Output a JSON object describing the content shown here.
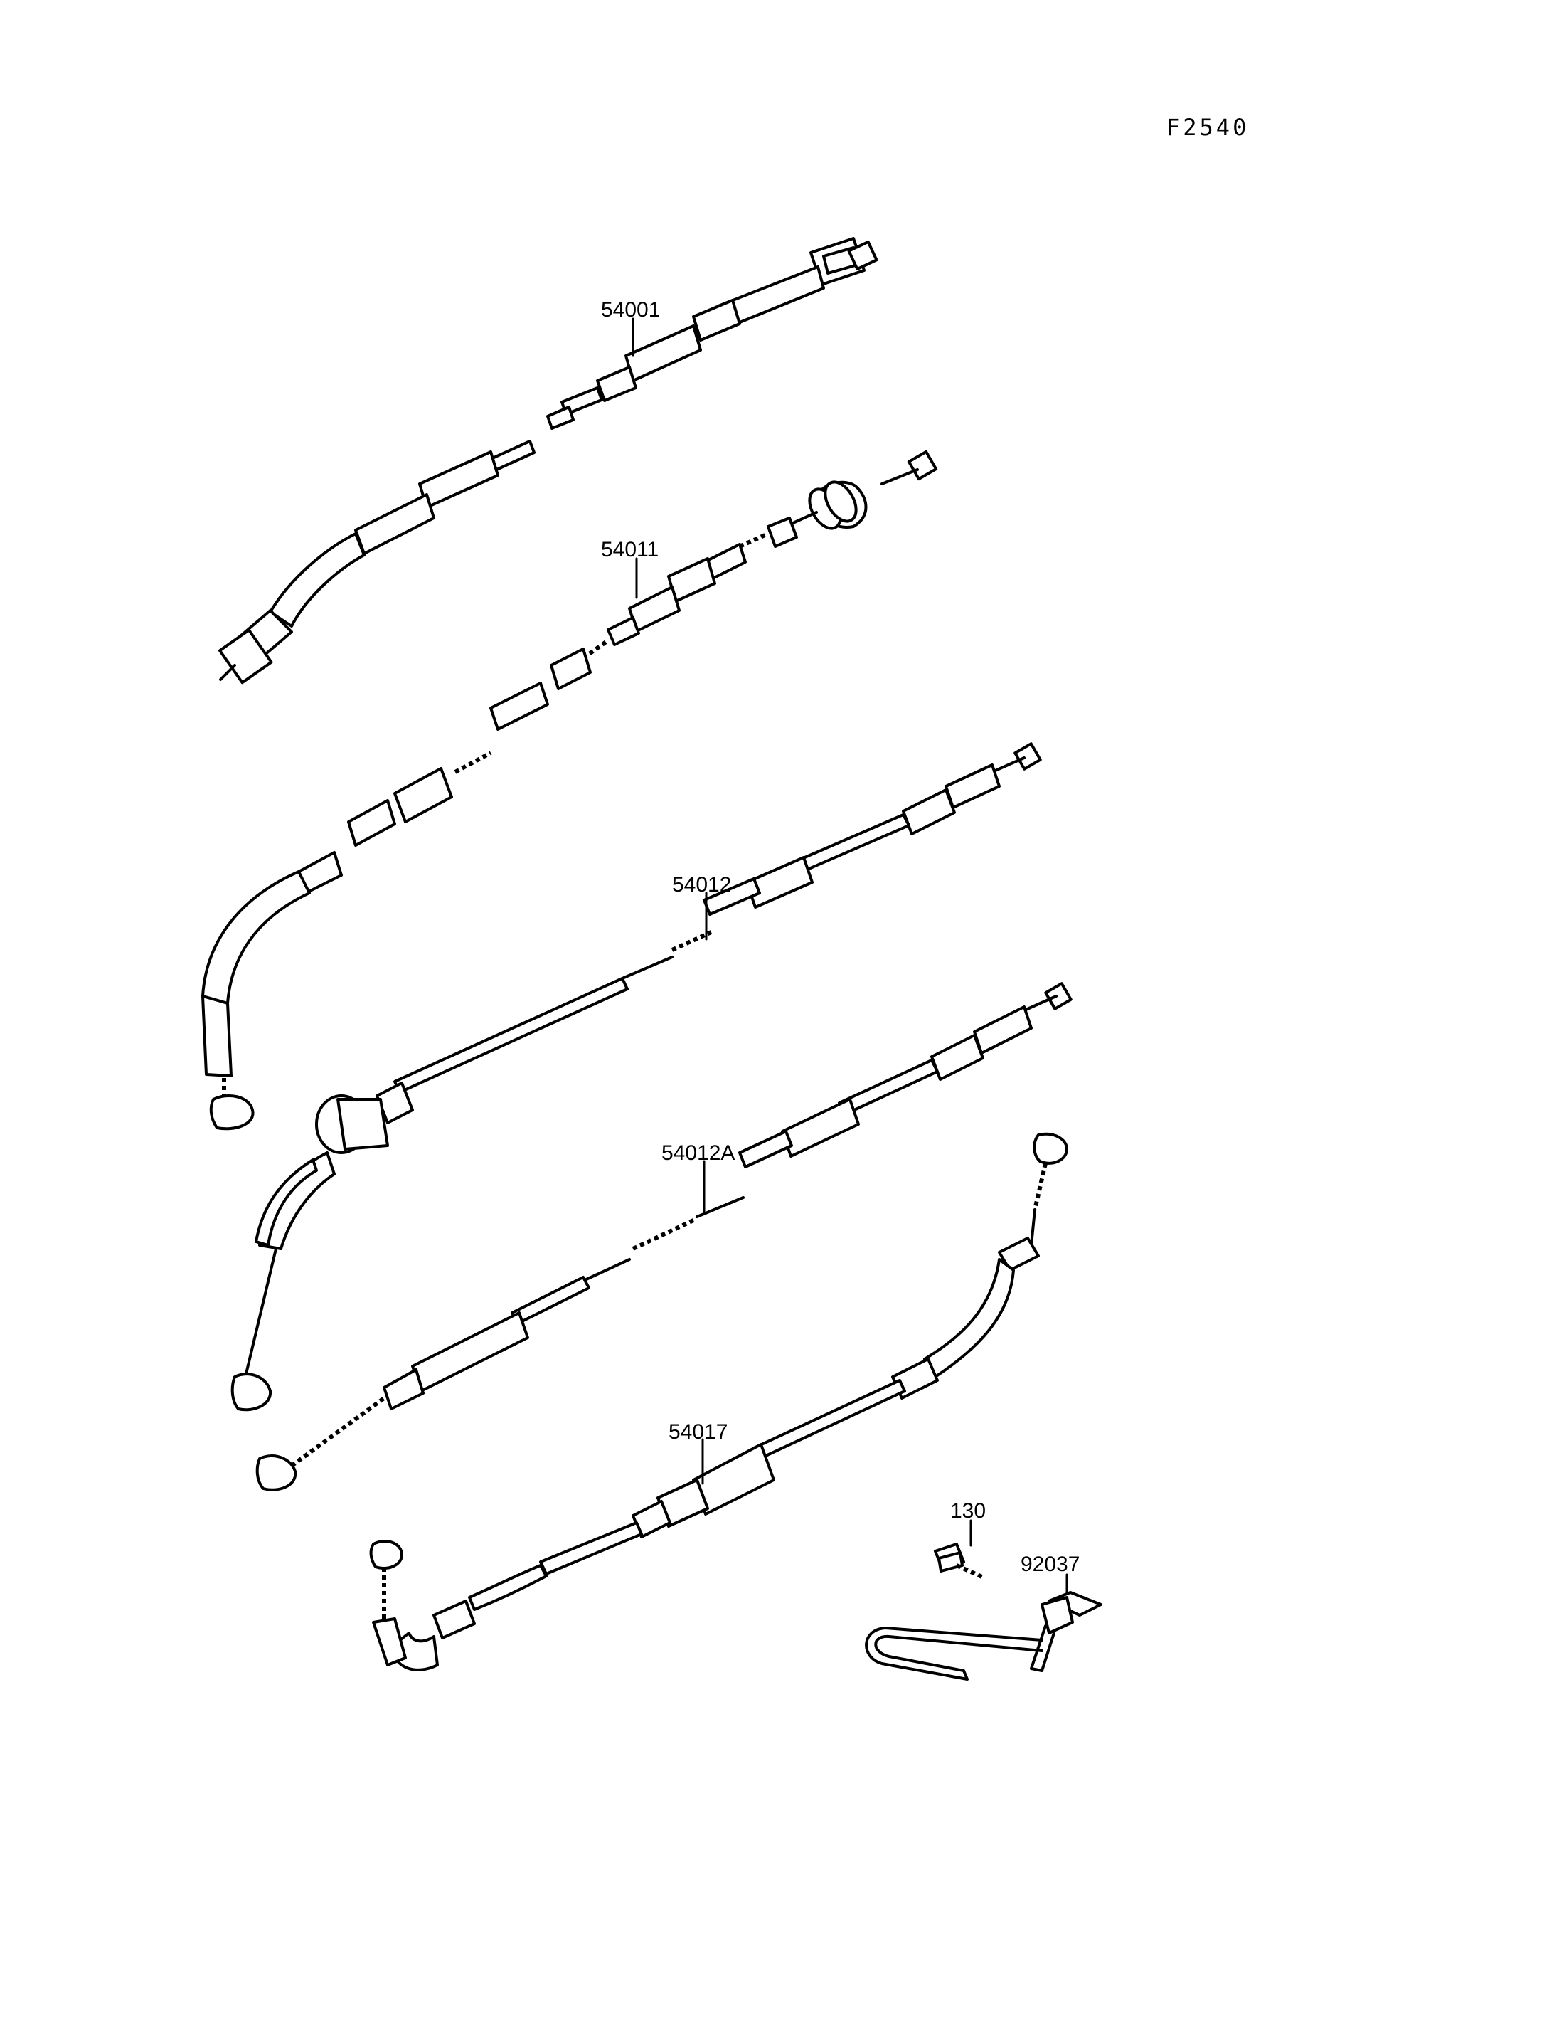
{
  "diagram_code": "F2540",
  "parts": {
    "p54001": "54001",
    "p54011": "54011",
    "p54012": "54012",
    "p54012A": "54012A",
    "p54017": "54017",
    "p130": "130",
    "p92037": "92037"
  }
}
